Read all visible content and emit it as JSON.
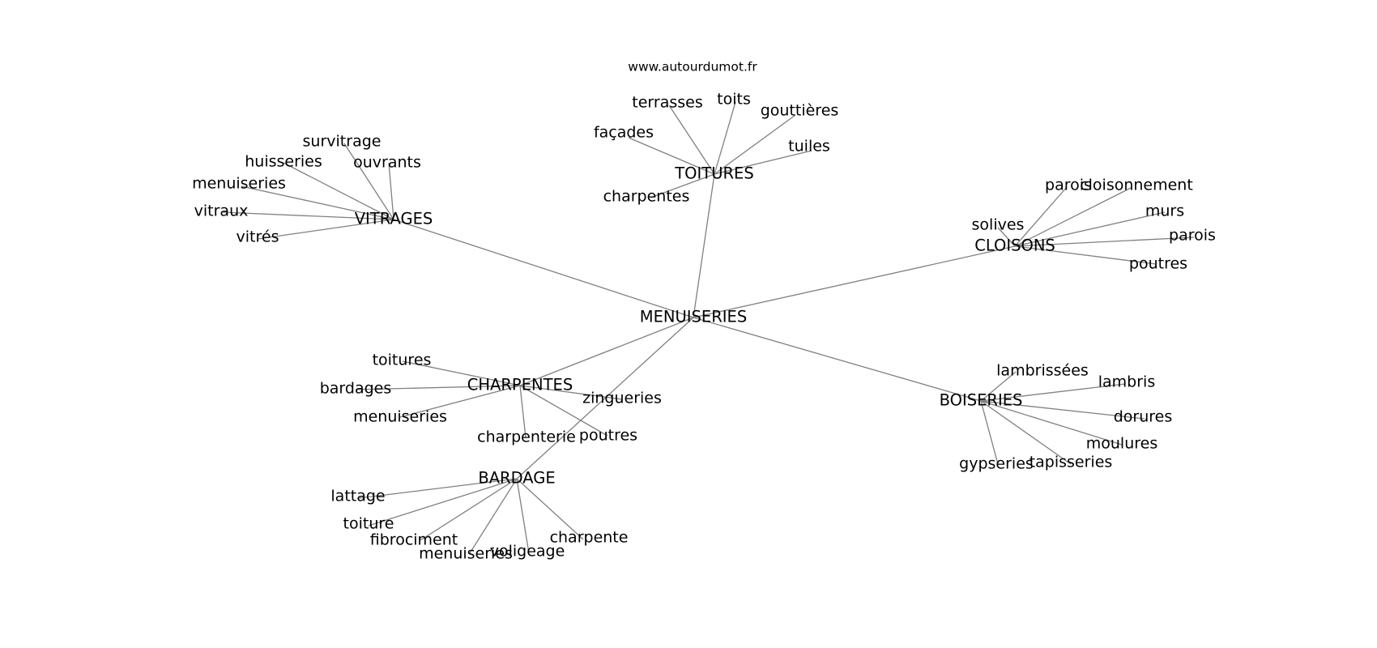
{
  "source_label": "www.autourdumot.fr",
  "center": "MENUISERIES",
  "clusters": [
    {
      "hub": "TOITURES",
      "leaves": [
        "terrasses",
        "toits",
        "gouttières",
        "façades",
        "tuiles",
        "charpentes"
      ]
    },
    {
      "hub": "VITRAGES",
      "leaves": [
        "survitrage",
        "huisseries",
        "ouvrants",
        "menuiseries",
        "vitraux",
        "vitrés"
      ]
    },
    {
      "hub": "CLOISONS",
      "leaves": [
        "parois",
        "cloisonnement",
        "murs",
        "solives",
        "parois",
        "poutres"
      ]
    },
    {
      "hub": "CHARPENTES",
      "leaves": [
        "toitures",
        "bardages",
        "menuiseries",
        "charpenterie",
        "zingueries",
        "poutres"
      ]
    },
    {
      "hub": "BOISERIES",
      "leaves": [
        "lambrissées",
        "lambris",
        "dorures",
        "moulures",
        "tapisseries",
        "gypseries"
      ]
    },
    {
      "hub": "BARDAGE",
      "leaves": [
        "lattage",
        "toiture",
        "fibrociment",
        "menuiseries",
        "voligeage",
        "charpente"
      ]
    }
  ]
}
